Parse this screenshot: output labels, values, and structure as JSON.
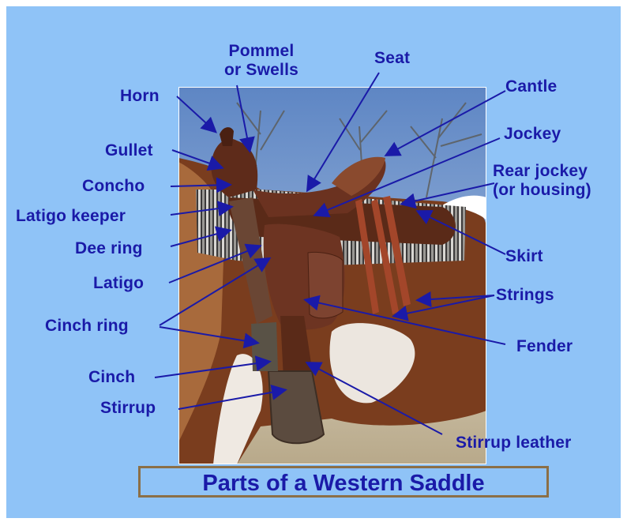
{
  "title": "Parts of a Western Saddle",
  "colors": {
    "background": "#8fc3f7",
    "label": "#1a1aa8",
    "arrow": "#1a1aa8",
    "title_border": "#8b6f47"
  },
  "labels": {
    "pommel": {
      "line1": "Pommel",
      "line2": "or Swells"
    },
    "seat": "Seat",
    "horn": "Horn",
    "cantle": "Cantle",
    "gullet": "Gullet",
    "jockey": "Jockey",
    "rear_jockey": {
      "line1": "Rear jockey",
      "line2": "(or housing)"
    },
    "concho": "Concho",
    "latigo_keeper": "Latigo keeper",
    "dee_ring": "Dee ring",
    "skirt": "Skirt",
    "latigo": "Latigo",
    "strings": "Strings",
    "cinch_ring": "Cinch ring",
    "fender": "Fender",
    "cinch": "Cinch",
    "stirrup": "Stirrup",
    "stirrup_leather": "Stirrup leather"
  }
}
